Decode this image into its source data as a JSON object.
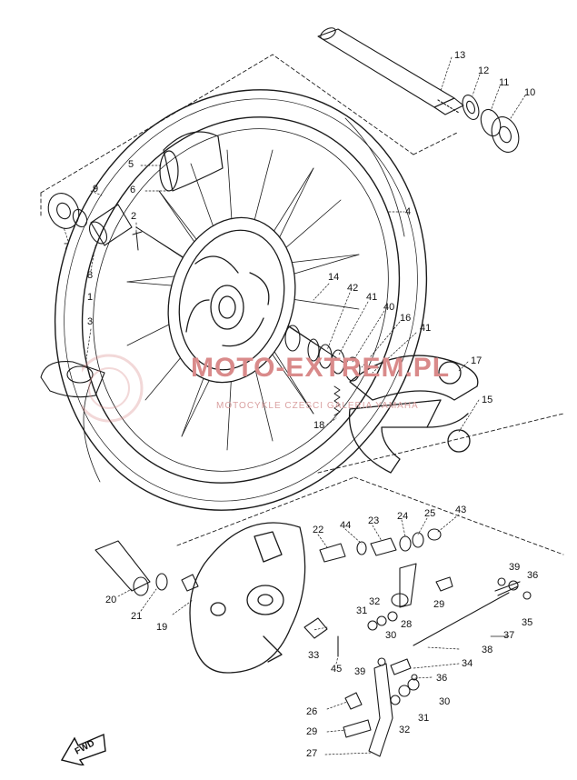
{
  "diagram": {
    "callouts": [
      {
        "id": "c13",
        "label": "13"
      },
      {
        "id": "c12",
        "label": "12"
      },
      {
        "id": "c11",
        "label": "11"
      },
      {
        "id": "c10",
        "label": "10"
      },
      {
        "id": "c5",
        "label": "5"
      },
      {
        "id": "c6",
        "label": "6"
      },
      {
        "id": "c9",
        "label": "9"
      },
      {
        "id": "c4",
        "label": "4"
      },
      {
        "id": "c2",
        "label": "2"
      },
      {
        "id": "c7",
        "label": "7"
      },
      {
        "id": "c8",
        "label": "8"
      },
      {
        "id": "c1",
        "label": "1"
      },
      {
        "id": "c3",
        "label": "3"
      },
      {
        "id": "c14",
        "label": "14"
      },
      {
        "id": "c42",
        "label": "42"
      },
      {
        "id": "c41a",
        "label": "41"
      },
      {
        "id": "c40",
        "label": "40"
      },
      {
        "id": "c16",
        "label": "16"
      },
      {
        "id": "c41b",
        "label": "41"
      },
      {
        "id": "c17",
        "label": "17"
      },
      {
        "id": "c15",
        "label": "15"
      },
      {
        "id": "c18",
        "label": "18"
      },
      {
        "id": "c22",
        "label": "22"
      },
      {
        "id": "c44",
        "label": "44"
      },
      {
        "id": "c23",
        "label": "23"
      },
      {
        "id": "c24",
        "label": "24"
      },
      {
        "id": "c25",
        "label": "25"
      },
      {
        "id": "c43",
        "label": "43"
      },
      {
        "id": "c39a",
        "label": "39"
      },
      {
        "id": "c36a",
        "label": "36"
      },
      {
        "id": "c32a",
        "label": "32"
      },
      {
        "id": "c29a",
        "label": "29"
      },
      {
        "id": "c31a",
        "label": "31"
      },
      {
        "id": "c35",
        "label": "35"
      },
      {
        "id": "c28",
        "label": "28"
      },
      {
        "id": "c20",
        "label": "20"
      },
      {
        "id": "c21",
        "label": "21"
      },
      {
        "id": "c19",
        "label": "19"
      },
      {
        "id": "c30a",
        "label": "30"
      },
      {
        "id": "c37",
        "label": "37"
      },
      {
        "id": "c33",
        "label": "33"
      },
      {
        "id": "c38",
        "label": "38"
      },
      {
        "id": "c34",
        "label": "34"
      },
      {
        "id": "c45",
        "label": "45"
      },
      {
        "id": "c39b",
        "label": "39"
      },
      {
        "id": "c36b",
        "label": "36"
      },
      {
        "id": "c26",
        "label": "26"
      },
      {
        "id": "c30b",
        "label": "30"
      },
      {
        "id": "c31b",
        "label": "31"
      },
      {
        "id": "c29b",
        "label": "29"
      },
      {
        "id": "c32b",
        "label": "32"
      },
      {
        "id": "c27",
        "label": "27"
      }
    ],
    "fwd_label": "FWD",
    "watermark": {
      "text": "MOTO-EXTREM.PL",
      "subtext": "MOTOCYKLE CZESCI GALERIA YAMAHA"
    },
    "colors": {
      "ink": "#1a1a1a",
      "watermark": "#d98a8a",
      "background": "#ffffff"
    }
  }
}
